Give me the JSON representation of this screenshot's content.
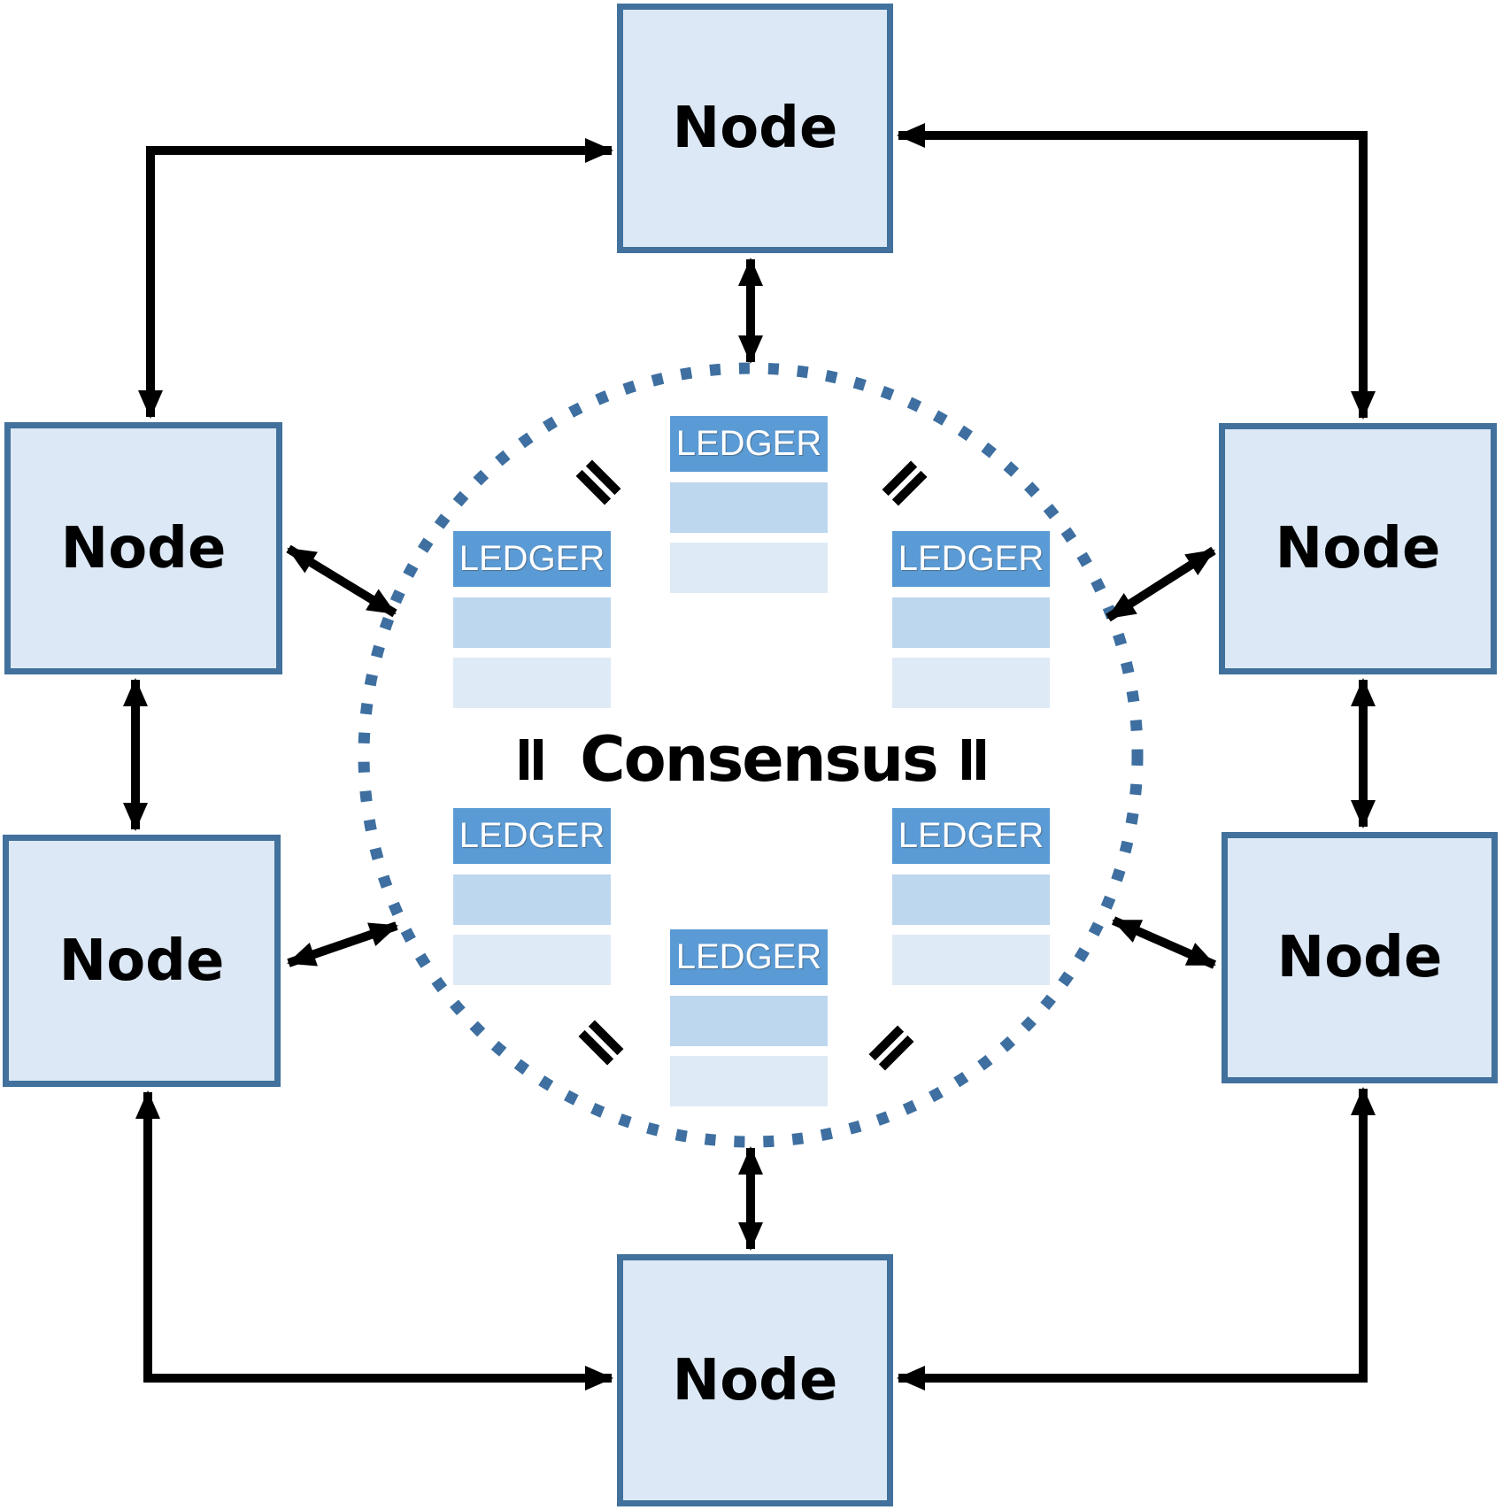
{
  "diagram": {
    "title": "Consensus",
    "description": "Peer-to-peer network of nodes sharing identical ledgers via consensus"
  },
  "nodes": [
    {
      "id": "top",
      "label": "Node"
    },
    {
      "id": "upper-left",
      "label": "Node"
    },
    {
      "id": "upper-right",
      "label": "Node"
    },
    {
      "id": "lower-left",
      "label": "Node"
    },
    {
      "id": "lower-right",
      "label": "Node"
    },
    {
      "id": "bottom",
      "label": "Node"
    }
  ],
  "ledgers": [
    {
      "id": "top-center",
      "label": "LEDGER"
    },
    {
      "id": "middle-left-upper",
      "label": "LEDGER"
    },
    {
      "id": "middle-right-upper",
      "label": "LEDGER"
    },
    {
      "id": "middle-left-lower",
      "label": "LEDGER"
    },
    {
      "id": "middle-right-lower",
      "label": "LEDGER"
    },
    {
      "id": "bottom-center",
      "label": "LEDGER"
    }
  ],
  "equals_signs": [
    "upper-left",
    "upper-right",
    "middle-left",
    "middle-right",
    "lower-left",
    "lower-right"
  ],
  "connections": [
    "top-node <-> consensus-circle",
    "bottom-node <-> consensus-circle",
    "upper-left-node <-> consensus-circle",
    "lower-left-node <-> consensus-circle",
    "upper-right-node <-> consensus-circle",
    "lower-right-node <-> consensus-circle",
    "upper-left-node <-> lower-left-node",
    "upper-right-node <-> lower-right-node",
    "upper-left-node <-> top-node",
    "top-node <-> upper-right-node",
    "lower-left-node <-> bottom-node",
    "bottom-node <-> lower-right-node"
  ],
  "colors": {
    "node_fill": "#dce8f5",
    "node_border": "#41719c",
    "ledger_header": "#5b9bd5",
    "ledger_row_mid": "#bdd7ee",
    "ledger_row_light": "#deeaf6",
    "circle_dots": "#3e6fa0",
    "arrow": "#000000",
    "background": "#ffffff"
  }
}
